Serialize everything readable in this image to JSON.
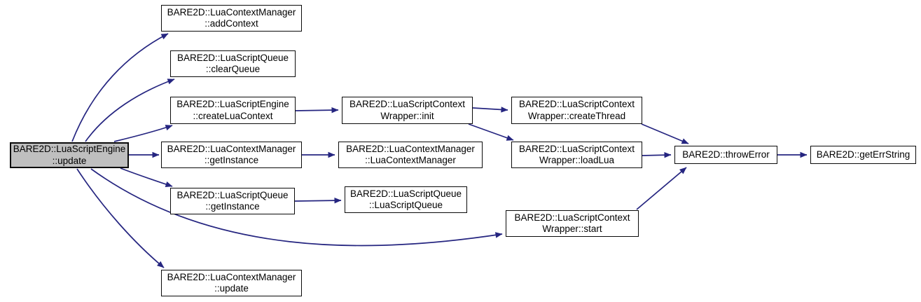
{
  "diagram": {
    "kind": "call-graph",
    "root_function": "BARE2D::LuaScriptEngine::update"
  },
  "colors": {
    "edge": "#252580",
    "border": "#0a0a0a",
    "node_fill": "#ffffff",
    "root_fill": "#bfbfbf",
    "text": "#000000",
    "background": "#ffffff"
  },
  "nodes": {
    "update_root": {
      "line1": "BARE2D::LuaScriptEngine",
      "line2": "::update"
    },
    "add_context": {
      "line1": "BARE2D::LuaContextManager",
      "line2": "::addContext"
    },
    "clear_queue": {
      "line1": "BARE2D::LuaScriptQueue",
      "line2": "::clearQueue"
    },
    "create_lua_context": {
      "line1": "BARE2D::LuaScriptEngine",
      "line2": "::createLuaContext"
    },
    "get_instance_lcm": {
      "line1": "BARE2D::LuaContextManager",
      "line2": "::getInstance"
    },
    "get_instance_lsq": {
      "line1": "BARE2D::LuaScriptQueue",
      "line2": "::getInstance"
    },
    "update_lcm": {
      "line1": "BARE2D::LuaContextManager",
      "line2": "::update"
    },
    "init": {
      "line1": "BARE2D::LuaScriptContext",
      "line2": "Wrapper::init"
    },
    "lcm_constructor": {
      "line1": "BARE2D::LuaContextManager",
      "line2": "::LuaContextManager"
    },
    "lsq_constructor": {
      "line1": "BARE2D::LuaScriptQueue",
      "line2": "::LuaScriptQueue"
    },
    "create_thread": {
      "line1": "BARE2D::LuaScriptContext",
      "line2": "Wrapper::createThread"
    },
    "load_lua": {
      "line1": "BARE2D::LuaScriptContext",
      "line2": "Wrapper::loadLua"
    },
    "start": {
      "line1": "BARE2D::LuaScriptContext",
      "line2": "Wrapper::start"
    },
    "throw_error": {
      "line1": "BARE2D::throwError",
      "line2": ""
    },
    "get_err_string": {
      "line1": "BARE2D::getErrString",
      "line2": ""
    }
  },
  "edges": [
    {
      "from": "update_root",
      "to": "add_context"
    },
    {
      "from": "update_root",
      "to": "clear_queue"
    },
    {
      "from": "update_root",
      "to": "create_lua_context"
    },
    {
      "from": "update_root",
      "to": "get_instance_lcm"
    },
    {
      "from": "update_root",
      "to": "get_instance_lsq"
    },
    {
      "from": "update_root",
      "to": "start"
    },
    {
      "from": "update_root",
      "to": "update_lcm"
    },
    {
      "from": "create_lua_context",
      "to": "init"
    },
    {
      "from": "get_instance_lcm",
      "to": "lcm_constructor"
    },
    {
      "from": "get_instance_lsq",
      "to": "lsq_constructor"
    },
    {
      "from": "init",
      "to": "create_thread"
    },
    {
      "from": "init",
      "to": "load_lua"
    },
    {
      "from": "create_thread",
      "to": "throw_error"
    },
    {
      "from": "load_lua",
      "to": "throw_error"
    },
    {
      "from": "start",
      "to": "throw_error"
    },
    {
      "from": "throw_error",
      "to": "get_err_string"
    }
  ]
}
